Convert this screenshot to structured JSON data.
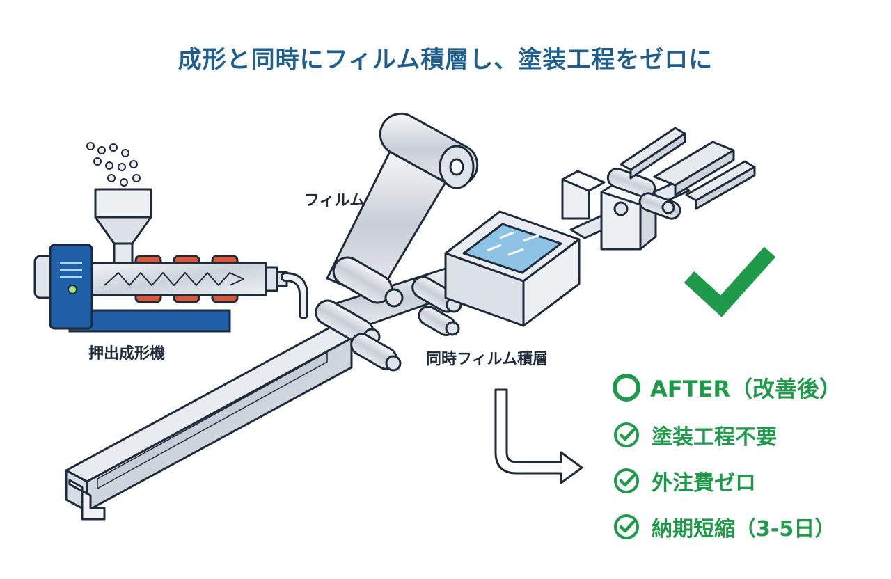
{
  "title": "成形と同時にフィルム積層し、塗装工程をゼロに",
  "labels": {
    "film": "フィルム",
    "extruder": "押出成形機",
    "laminate": "同時フィルム積層"
  },
  "after": {
    "heading": "AFTER（改善後）",
    "items": [
      "塗装工程不要",
      "外注費ゼロ",
      "納期短縮（3-5日）"
    ]
  },
  "colors": {
    "title": "#1f5f8f",
    "accent_green": "#1f9a4a",
    "machine_blue": "#1f5fa8",
    "heater_red": "#d9573a",
    "water": "#8fc3e6",
    "outline": "#1e2b3b"
  },
  "icons": [
    "checkmark-icon",
    "circle-icon",
    "check-circle-icon",
    "arrow-down-right-icon"
  ]
}
